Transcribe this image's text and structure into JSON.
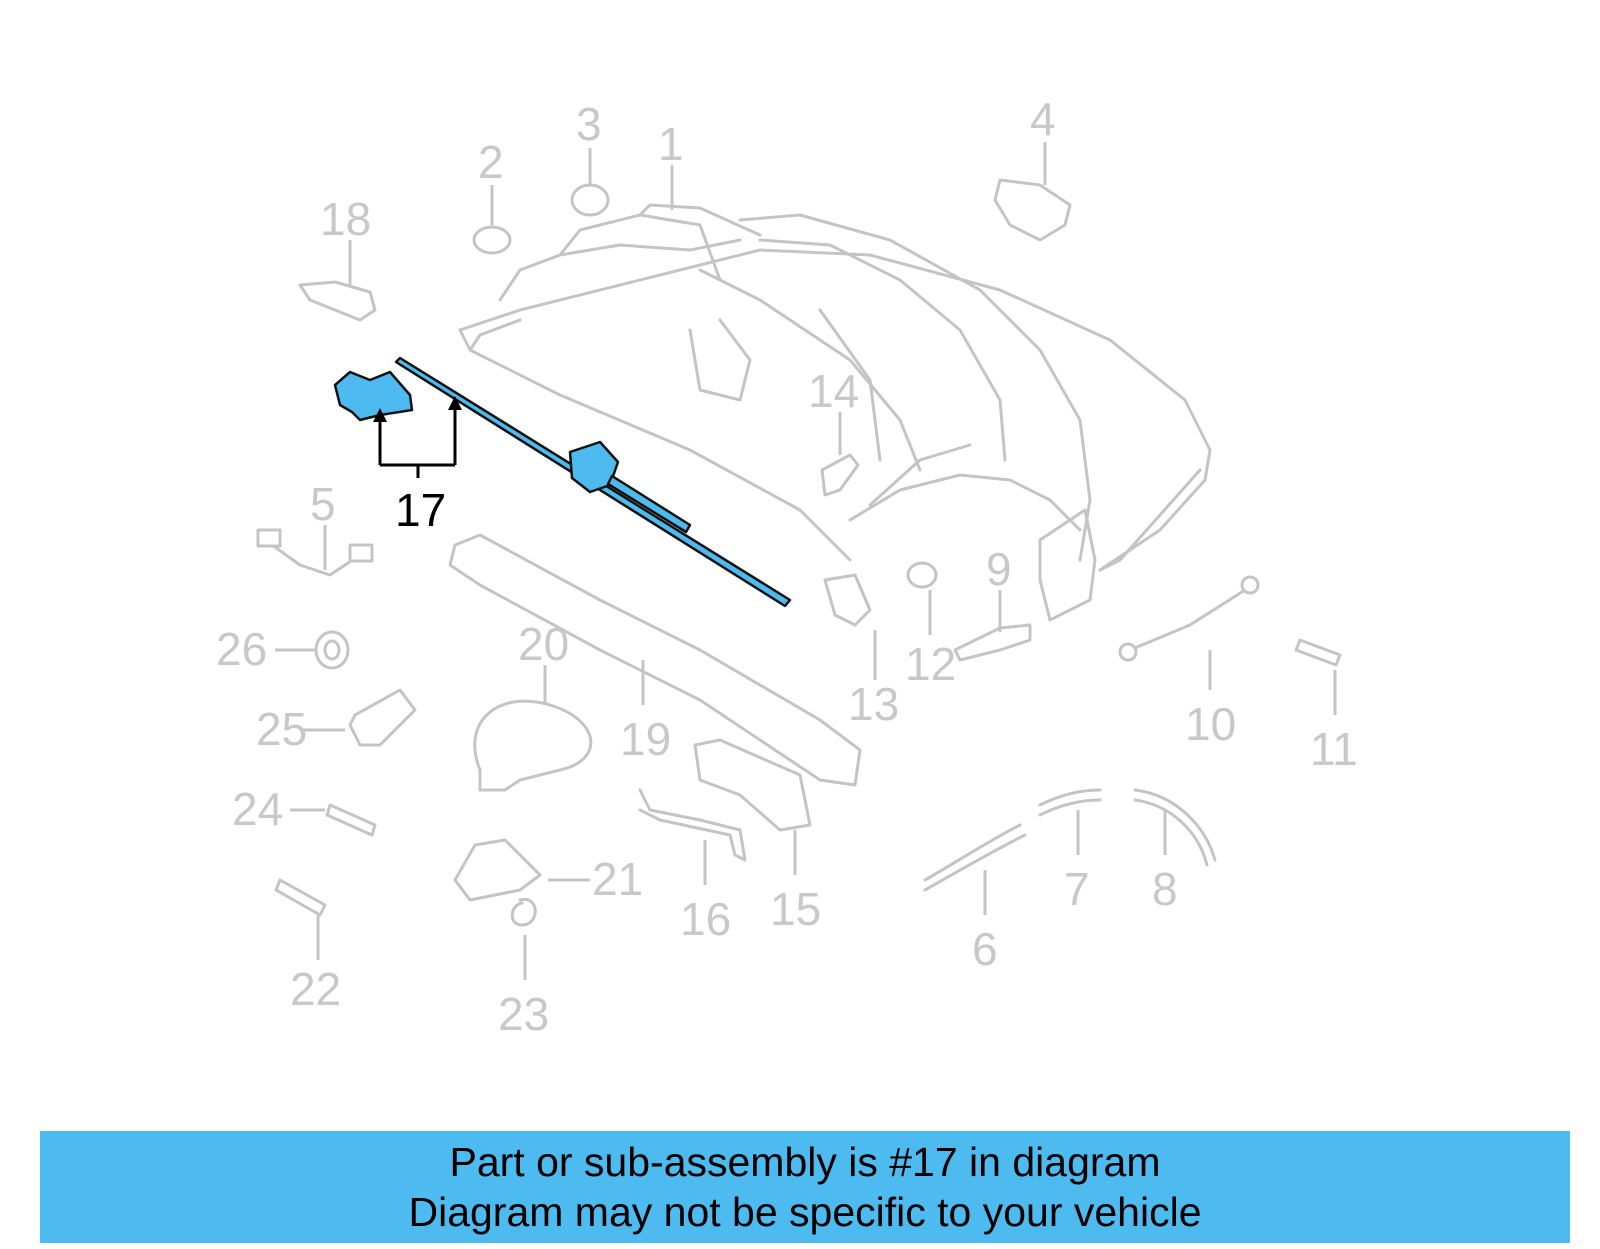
{
  "diagram": {
    "highlight_color": "#4dbbf0",
    "dimmed_color": "#c4c4c4",
    "highlighted_part": "17",
    "callouts": [
      "1",
      "2",
      "3",
      "4",
      "5",
      "6",
      "7",
      "8",
      "9",
      "10",
      "11",
      "12",
      "13",
      "14",
      "15",
      "16",
      "18",
      "19",
      "20",
      "21",
      "22",
      "23",
      "24",
      "25",
      "26"
    ]
  },
  "banner": {
    "line1": "Part or sub-assembly is #17 in diagram",
    "line2": "Diagram may not be specific to your vehicle",
    "background": "#4dbbf0"
  }
}
